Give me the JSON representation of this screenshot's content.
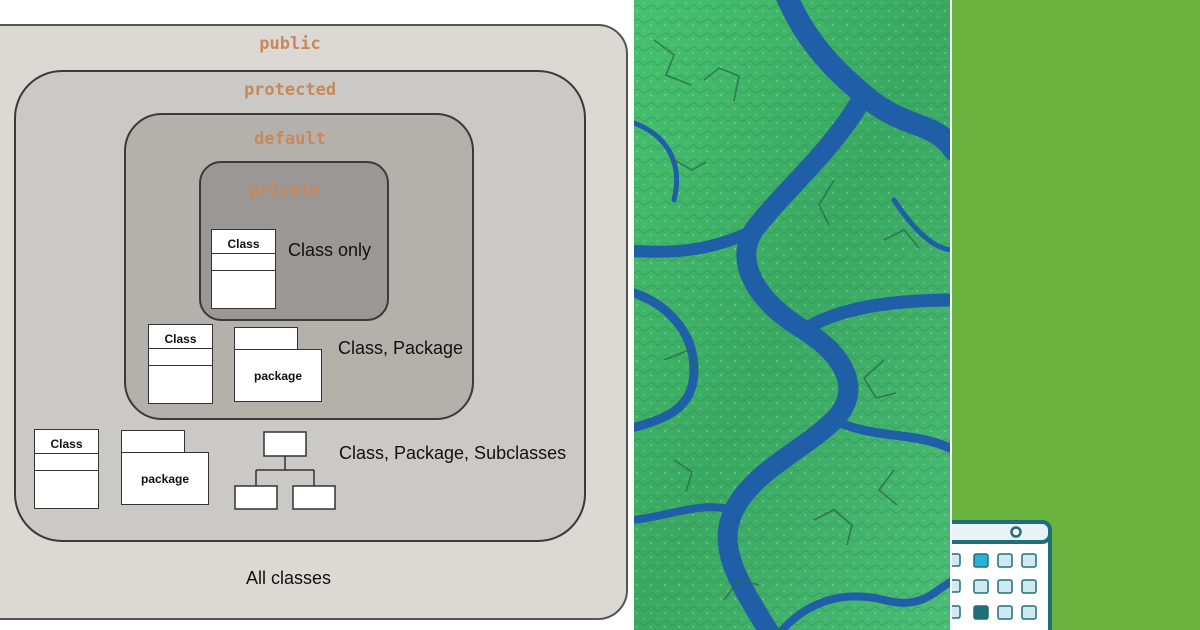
{
  "diagram": {
    "levels": {
      "public": "public",
      "protected": "protected",
      "default": "default",
      "private": "private"
    },
    "captions": {
      "class_only": "Class only",
      "class_package": "Class, Package",
      "class_package_subclasses": "Class, Package, Subclasses",
      "all_classes": "All classes"
    },
    "icons": {
      "class_label": "Class",
      "package_label": "package"
    },
    "colors": {
      "keyword": "#c8885a",
      "public_fill": "#dcd9d5",
      "protected_fill": "#cbc9c5",
      "default_fill": "#b4b1ad",
      "private_fill": "#9a9794"
    }
  },
  "photo": {
    "icon": "river-delta-aerial-photo",
    "colors": {
      "land": "#3fb86a",
      "water": "#1f5fa8"
    }
  },
  "calendar_panel": {
    "icon": "calendar-icon",
    "colors": {
      "background": "#6bb33f",
      "accent": "#29b0d6"
    }
  }
}
